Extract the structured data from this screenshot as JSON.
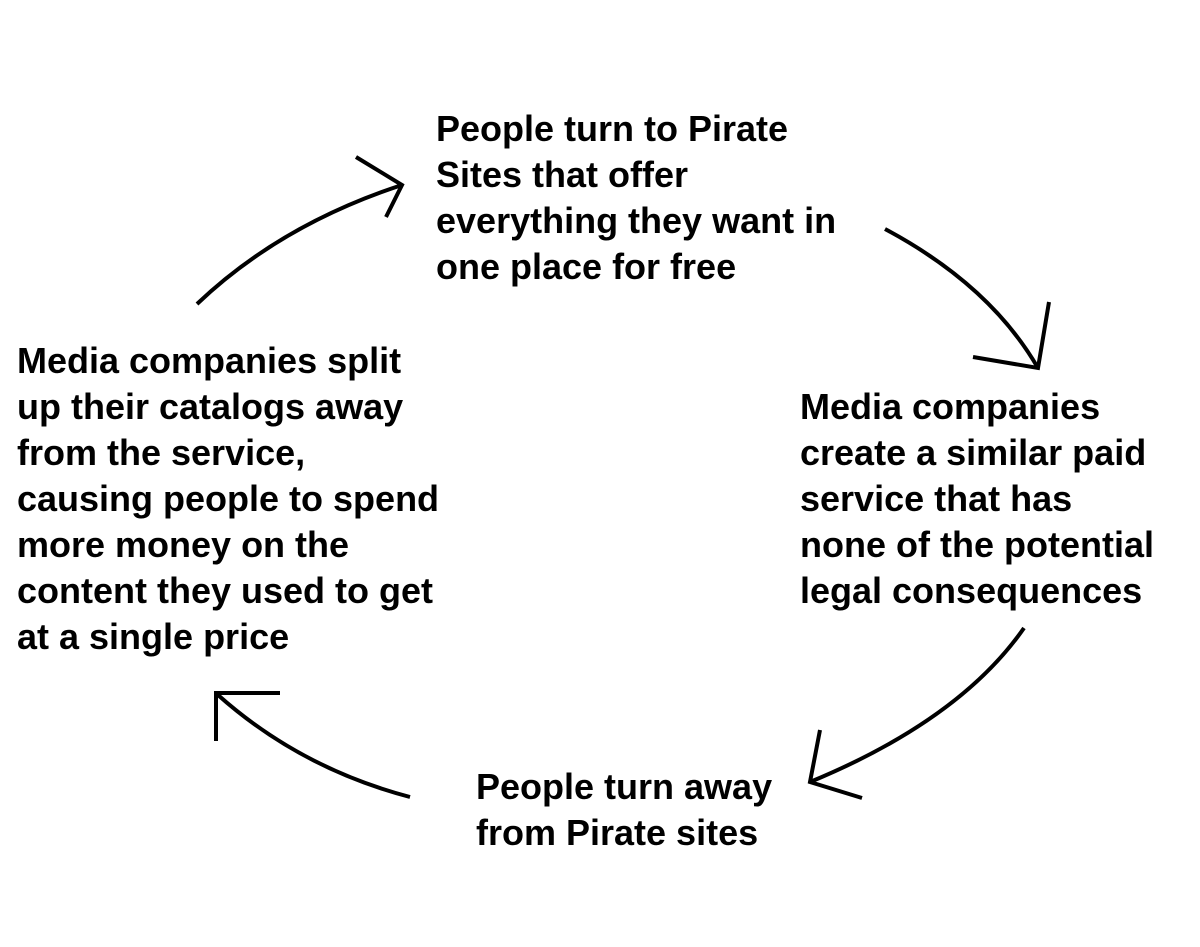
{
  "nodes": {
    "top": {
      "lines": [
        "People turn to Pirate",
        "Sites that offer",
        "everything they want in",
        "one place for free"
      ]
    },
    "right": {
      "lines": [
        "Media companies",
        "create a similar paid",
        "service that has",
        "none of the potential",
        "legal consequences"
      ]
    },
    "bottom": {
      "lines": [
        "People turn away",
        "from Pirate sites"
      ]
    },
    "left": {
      "lines": [
        "Media companies split",
        "up their catalogs away",
        "from the service,",
        "causing people to spend",
        "more money on the",
        "content they used to get",
        "at a single price"
      ]
    }
  },
  "colors": {
    "text": "#000000",
    "arrow": "#000000",
    "background": "#ffffff"
  }
}
